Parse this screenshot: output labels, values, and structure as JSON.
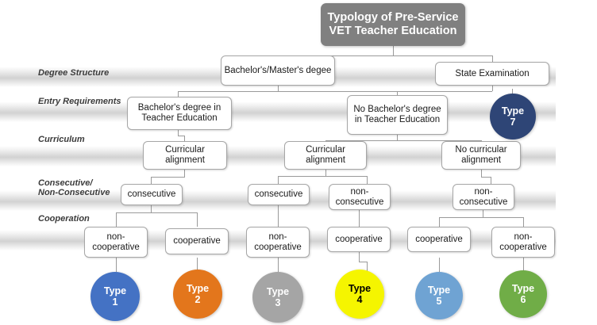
{
  "title": {
    "text": "Typology of Pre-Service VET Teacher Education"
  },
  "row_labels": [
    {
      "key": "degree_structure",
      "label": "Degree Structure"
    },
    {
      "key": "entry_requirements",
      "label": "Entry Requirements"
    },
    {
      "key": "curriculum",
      "label": "Curriculum"
    },
    {
      "key": "consecutive",
      "label": "Consecutive/\nNon-Consecutive"
    },
    {
      "key": "cooperation",
      "label": "Cooperation"
    }
  ],
  "degree_structure": [
    {
      "id": "ds1",
      "label": "Bachelor's/Master's degee"
    },
    {
      "id": "ds2",
      "label": "State Examination"
    }
  ],
  "entry_requirements": [
    {
      "id": "er1",
      "label": "Bachelor's degree in Teacher Education"
    },
    {
      "id": "er2",
      "label": "No Bachelor's degree in Teacher Education"
    }
  ],
  "curriculum": [
    {
      "id": "cu1",
      "label": "Curricular alignment"
    },
    {
      "id": "cu2",
      "label": "Curricular alignment"
    },
    {
      "id": "cu3",
      "label": "No curricular alignment"
    }
  ],
  "consecutive": [
    {
      "id": "cs1",
      "label": "consecutive"
    },
    {
      "id": "cs2",
      "label": "consecutive"
    },
    {
      "id": "cs3",
      "label": "non-consecutive"
    },
    {
      "id": "cs4",
      "label": "non-consecutive"
    }
  ],
  "cooperation": [
    {
      "id": "co1",
      "label": "non-cooperative"
    },
    {
      "id": "co2",
      "label": "cooperative"
    },
    {
      "id": "co3",
      "label": "non-cooperative"
    },
    {
      "id": "co4",
      "label": "cooperative"
    },
    {
      "id": "co5",
      "label": "cooperative"
    },
    {
      "id": "co6",
      "label": "non-cooperative"
    }
  ],
  "types": [
    {
      "id": "t1",
      "word": "Type",
      "number": "1",
      "color": "#4472C4",
      "text_color": "#ffffff"
    },
    {
      "id": "t2",
      "word": "Type",
      "number": "2",
      "color": "#E3761C",
      "text_color": "#ffffff"
    },
    {
      "id": "t3",
      "word": "Type",
      "number": "3",
      "color": "#A5A5A5",
      "text_color": "#ffffff"
    },
    {
      "id": "t4",
      "word": "Type",
      "number": "4",
      "color": "#F5F500",
      "text_color": "#000000"
    },
    {
      "id": "t5",
      "word": "Type",
      "number": "5",
      "color": "#6FA3D3",
      "text_color": "#ffffff"
    },
    {
      "id": "t6",
      "word": "Type",
      "number": "6",
      "color": "#70AD47",
      "text_color": "#ffffff"
    },
    {
      "id": "t7",
      "word": "Type",
      "number": "7",
      "color": "#2E4576",
      "text_color": "#ffffff"
    }
  ]
}
